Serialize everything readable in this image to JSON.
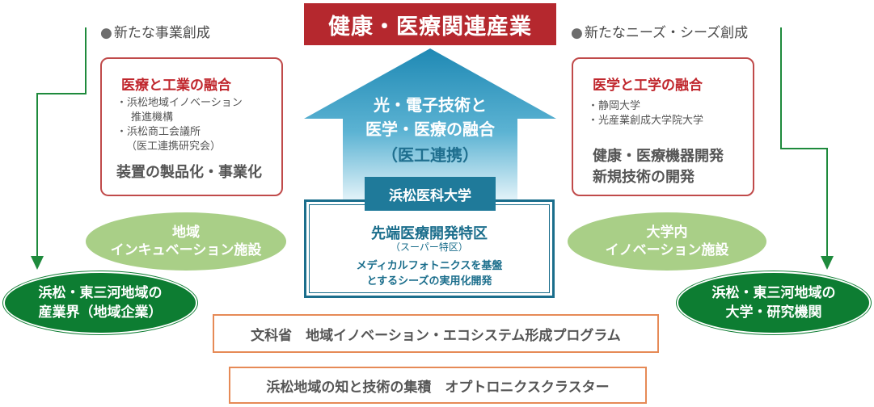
{
  "top_banner": "健康・医療関連産業",
  "left": {
    "heading": "新たな事業創成",
    "box": {
      "title": "医療と工業の融合",
      "items": [
        "・浜松地域イノベーション",
        "推進機構",
        "・浜松商工会議所",
        "（医工連携研究会）"
      ],
      "footer": "装置の製品化・事業化"
    },
    "incubation": [
      "地域",
      "インキュベーション施設"
    ],
    "industry": [
      "浜松・東三河地域の",
      "産業界（地域企業）"
    ]
  },
  "right": {
    "heading": "新たなニーズ・シーズ創成",
    "box": {
      "title": "医学と工学の融合",
      "items": [
        "・静岡大学",
        "・光産業創成大学院大学"
      ],
      "footer": [
        "健康・医療機器開発",
        "新規技術の開発"
      ]
    },
    "incubation": [
      "大学内",
      "イノベーション施設"
    ],
    "academia": [
      "浜松・東三河地域の",
      "大学・研究機関"
    ]
  },
  "center": {
    "arrow_text": [
      "光・電子技術と",
      "医学・医療の融合",
      "（医工連携）"
    ],
    "university": "浜松医科大学",
    "zone_title": "先端医療開発特区",
    "zone_sub": "（スーパー特区）",
    "zone_desc": [
      "メディカルフォトニクスを基盤",
      "とするシーズの実用化開発"
    ]
  },
  "bottom": {
    "program": "文科省　地域イノベーション・エコシステム形成プログラム",
    "cluster": "浜松地域の知と技術の集積　オプトロニクスクラスター"
  },
  "colors": {
    "banner_red": "#b5282e",
    "box_border_red": "#c04a4a",
    "title_red": "#c0272d",
    "arrow_blue_top": "#1f89b4",
    "arrow_blue_bottom": "#d4ecf5",
    "frame_blue": "#1b6e8c",
    "green_dark": "#0d7d32",
    "green_light": "#a9cf87",
    "line_green": "#1e8a3c",
    "orange": "#e68a56"
  }
}
